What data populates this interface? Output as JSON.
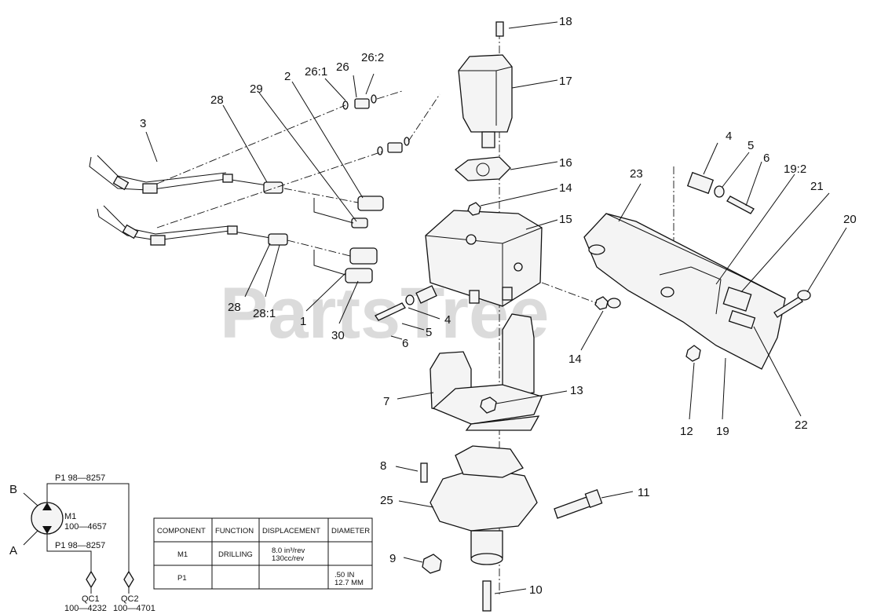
{
  "watermark": "PartsTree",
  "callouts": {
    "c18": "18",
    "c17": "17",
    "c16": "16",
    "c14a": "14",
    "c15": "15",
    "c26_2": "26:2",
    "c26": "26",
    "c26_1": "26:1",
    "c2": "2",
    "c29": "29",
    "c28a": "28",
    "c3": "3",
    "c28b": "28",
    "c28_1": "28:1",
    "c1": "1",
    "c30": "30",
    "c4a": "4",
    "c5a": "5",
    "c6a": "6",
    "c14b": "14",
    "c4b": "4",
    "c5b": "5",
    "c6b": "6",
    "c19_2": "19:2",
    "c21": "21",
    "c20": "20",
    "c23": "23",
    "c22": "22",
    "c12": "12",
    "c19": "19",
    "c7": "7",
    "c13": "13",
    "c8": "8",
    "c25": "25",
    "c11": "11",
    "c9": "9",
    "c10": "10"
  },
  "schematic": {
    "p1_top": "P1 98—8257",
    "p1_bottom": "P1 98—8257",
    "m1": "M1",
    "m1_part": "100—4657",
    "port_b": "B",
    "port_a": "A",
    "qc1": "QC1",
    "qc1_part": "100—4232",
    "qc2": "QC2",
    "qc2_part": "100—4701"
  },
  "spec_table": {
    "headers": [
      "COMPONENT",
      "FUNCTION",
      "DISPLACEMENT",
      "DIAMETER"
    ],
    "rows": [
      [
        "M1",
        "DRILLING",
        "8.0 in³/rev\n130cc/rev",
        ""
      ],
      [
        "P1",
        "",
        "",
        ".50 IN\n12.7 MM"
      ]
    ]
  }
}
